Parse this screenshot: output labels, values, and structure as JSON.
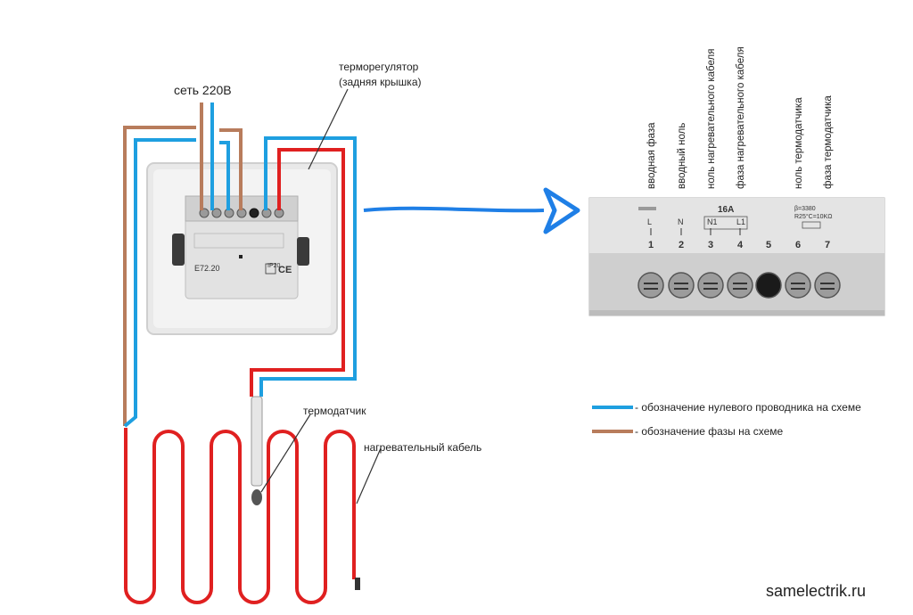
{
  "labels": {
    "supply": "сеть 220В",
    "thermostat_line1": "терморегулятор",
    "thermostat_line2": "(задняя крышка)",
    "sensor": "термодатчик",
    "heating_cable": "нагревательный кабель",
    "model": "E72.20",
    "ip_mark": "IP20",
    "ce_mark": "CE",
    "website": "samelectrik.ru"
  },
  "terminals": [
    {
      "number": "1",
      "mark": "L",
      "caption": "вводная фаза"
    },
    {
      "number": "2",
      "mark": "N",
      "caption": "вводный ноль"
    },
    {
      "number": "3",
      "mark": "N1",
      "caption": "ноль нагревательного кабеля"
    },
    {
      "number": "4",
      "mark": "L1",
      "caption": "фаза нагревательного кабеля"
    },
    {
      "number": "5",
      "mark": "",
      "caption": ""
    },
    {
      "number": "6",
      "mark": "",
      "caption": "ноль термодатчика"
    },
    {
      "number": "7",
      "mark": "",
      "caption": "фаза термодатчика"
    }
  ],
  "terminal_block": {
    "current_rating": "16A",
    "sensor_spec_1": "β=3380",
    "sensor_spec_2": "R25°C=10KΩ"
  },
  "legend": [
    {
      "color": "#1e9fe0",
      "text": "- обозначение нулевого проводника на схеме"
    },
    {
      "color": "#b87c5c",
      "text": "- обозначение фазы на схеме"
    }
  ],
  "colors": {
    "neutral": "#1e9fe0",
    "phase": "#b87c5c",
    "heating_cable": "#e02020",
    "arrow": "#1f7fe6"
  }
}
